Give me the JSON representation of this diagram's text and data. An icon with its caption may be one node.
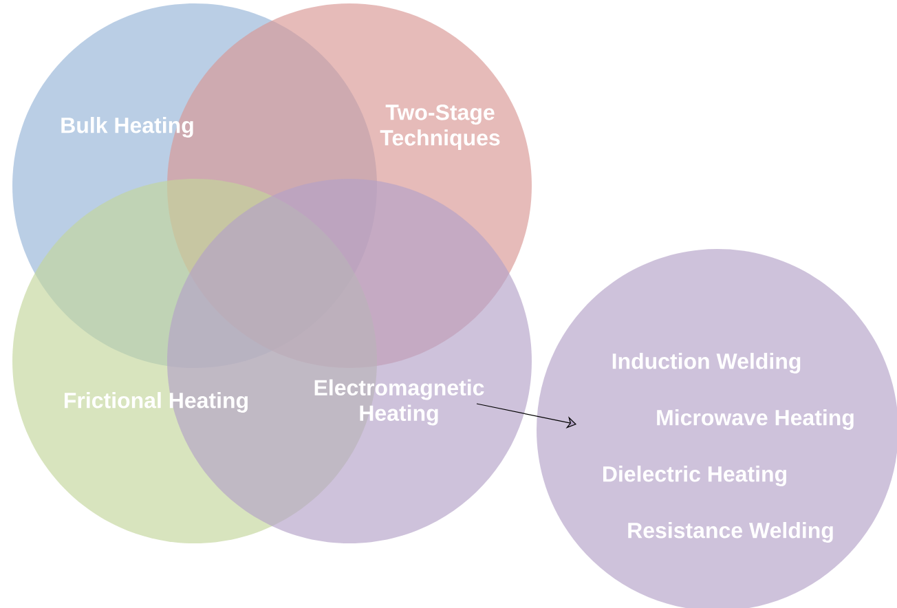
{
  "diagram": {
    "nodes": [
      {
        "text": [
          "Bulk Heating"
        ]
      },
      {
        "text": [
          "Two-Stage Techniques"
        ]
      },
      {
        "text": [
          "Frictional Heating"
        ]
      },
      {
        "text": [
          "Electromagnetic Heating"
        ]
      },
      {
        "text": [
          "Induction Welding",
          "Microwave Heating",
          "Dielectric Heating",
          "Resistance Welding"
        ]
      }
    ],
    "edges": [
      {
        "from": 3,
        "to": 4,
        "arrow": "to"
      }
    ]
  }
}
